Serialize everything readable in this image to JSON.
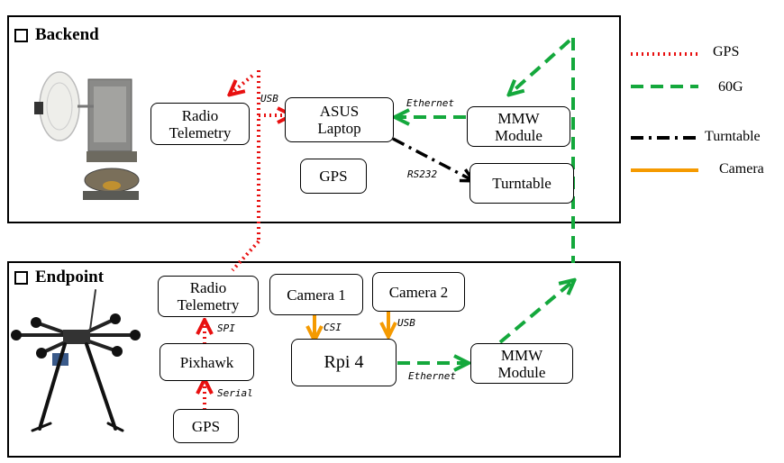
{
  "backend": {
    "title": "Backend",
    "radio_telemetry": [
      "Radio",
      "Telemetry"
    ],
    "asus_laptop": [
      "ASUS",
      "Laptop"
    ],
    "mmw_module": [
      "MMW",
      "Module"
    ],
    "gps": "GPS",
    "turntable": "Turntable",
    "labels": {
      "usb": "USB",
      "ethernet": "Ethernet",
      "rs232": "RS232"
    }
  },
  "endpoint": {
    "title": "Endpoint",
    "radio_telemetry": [
      "Radio",
      "Telemetry"
    ],
    "pixhawk": "Pixhawk",
    "gps": "GPS",
    "camera1": "Camera 1",
    "camera2": "Camera 2",
    "rpi4": "Rpi 4",
    "mmw_module": [
      "MMW",
      "Module"
    ],
    "labels": {
      "spi": "SPI",
      "serial": "Serial",
      "csi": "CSI",
      "usb": "USB",
      "ethernet": "Ethernet"
    }
  },
  "legend": [
    {
      "label": "GPS",
      "color": "#e81010",
      "style": "dotted"
    },
    {
      "label": "60G",
      "color": "#14a83c",
      "style": "dashed"
    },
    {
      "label": "Turntable",
      "color": "#000000",
      "style": "dash-dot"
    },
    {
      "label": "Camera",
      "color": "#f59a00",
      "style": "solid"
    }
  ],
  "images": {
    "backend": "antenna-turntable-photo",
    "endpoint": "hexacopter-drone-photo"
  }
}
